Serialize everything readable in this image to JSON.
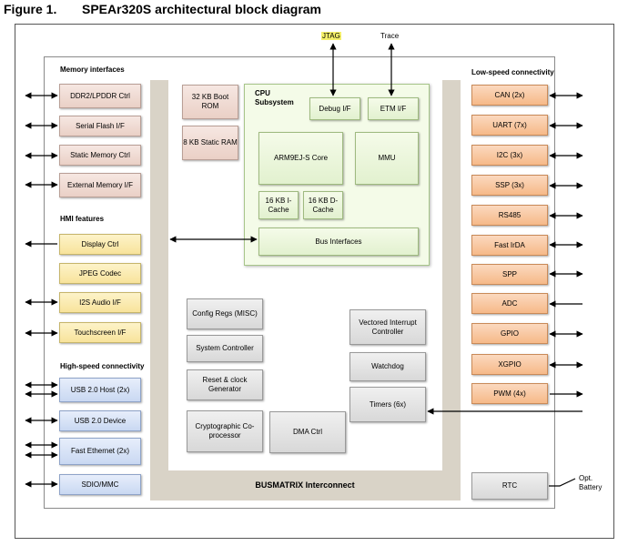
{
  "figure": {
    "number": "Figure 1.",
    "title": "SPEAr320S architectural block diagram"
  },
  "sections": {
    "memory_interfaces": "Memory interfaces",
    "hmi_features": "HMI features",
    "high_speed": "High-speed connectivity",
    "low_speed": "Low-speed connectivity"
  },
  "left_blocks": {
    "ddr": "DDR2/LPDDR Ctrl",
    "serial_flash": "Serial Flash I/F",
    "static_memory": "Static Memory Ctrl",
    "external_memory": "External Memory I/F",
    "display": "Display Ctrl",
    "jpeg": "JPEG Codec",
    "i2s": "I2S Audio I/F",
    "touchscreen": "Touchscreen I/F",
    "usb_host": "USB 2.0 Host  (2x)",
    "usb_device": "USB 2.0 Device",
    "fast_ethernet": "Fast Ethernet (2x)",
    "sdio": "SDIO/MMC"
  },
  "center_blocks": {
    "boot_rom": "32 KB Boot ROM",
    "static_ram": "8 KB Static RAM",
    "config_regs": "Config Regs (MISC)",
    "system_controller": "System Controller",
    "reset_clock": "Reset & clock Generator",
    "crypto": "Cryptographic Co-processor",
    "dma": "DMA Ctrl",
    "vic": "Vectored Interrupt Controller",
    "watchdog": "Watchdog",
    "timers": "Timers (6x)"
  },
  "cpu": {
    "label": "CPU Subsystem",
    "debug": "Debug I/F",
    "etm": "ETM I/F",
    "core": "ARM9EJ-S Core",
    "mmu": "MMU",
    "icache": "16 KB I-Cache",
    "dcache": "16 KB D-Cache",
    "bus_interfaces": "Bus Interfaces"
  },
  "right_blocks": {
    "can": "CAN (2x)",
    "uart": "UART (7x)",
    "i2c": "I2C (3x)",
    "ssp": "SSP (3x)",
    "rs485": "RS485",
    "irda": "Fast IrDA",
    "spp": "SPP",
    "adc": "ADC",
    "gpio": "GPIO",
    "xgpio": "XGPIO",
    "pwm": "PWM (4x)",
    "rtc": "RTC"
  },
  "external": {
    "jtag": "JTAG",
    "trace": "Trace",
    "battery": "Opt. Battery"
  },
  "bus": {
    "label": "BUSMATRIX Interconnect"
  },
  "colors": {
    "orange": "#f6b988",
    "pink": "#ead0c6",
    "yellow": "#f8e39b",
    "blue": "#c9d8f2",
    "gray": "#d8d8d8",
    "green": "#e2f1cf",
    "bus": "#d9d3c7",
    "jtag_highlight": "#f5f06a"
  }
}
